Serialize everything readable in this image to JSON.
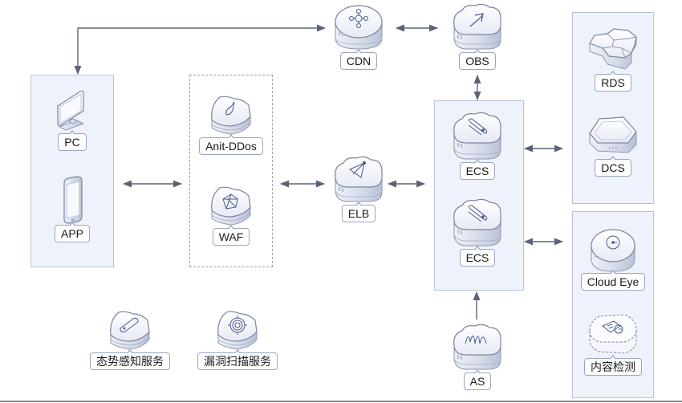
{
  "diagram": {
    "title": "",
    "colors": {
      "group_fill": "#eef2fa",
      "group_border": "#b7c1d9",
      "dashed_border": "#9aa0ab",
      "connector": "#5c6378",
      "label_border": "#9aa6c2",
      "icon_glyph": "#4b5a8c"
    },
    "groups": [
      {
        "id": "clients",
        "style": "solid",
        "members": [
          "pc",
          "app"
        ]
      },
      {
        "id": "security-edge",
        "style": "dashed",
        "members": [
          "anti-ddos",
          "waf"
        ]
      },
      {
        "id": "compute",
        "style": "solid",
        "members": [
          "ecs-1",
          "ecs-2"
        ]
      },
      {
        "id": "data",
        "style": "solid",
        "members": [
          "rds",
          "dcs"
        ]
      },
      {
        "id": "monitoring",
        "style": "solid",
        "members": [
          "cloud-eye",
          "content-check"
        ]
      }
    ],
    "nodes": {
      "pc": {
        "label": "PC",
        "icon": "monitor-icon"
      },
      "app": {
        "label": "APP",
        "icon": "smartphone-icon"
      },
      "anti_ddos": {
        "label": "Anit-DDos",
        "icon": "anti-ddos-shield-icon"
      },
      "waf": {
        "label": "WAF",
        "icon": "waf-shield-icon"
      },
      "cdn": {
        "label": "CDN",
        "icon": "cdn-network-icon"
      },
      "obs": {
        "label": "OBS",
        "icon": "obs-upload-arrow-icon"
      },
      "elb": {
        "label": "ELB",
        "icon": "elb-balancer-icon"
      },
      "ecs_1": {
        "label": "ECS",
        "icon": "ecs-server-icon"
      },
      "ecs_2": {
        "label": "ECS",
        "icon": "ecs-server-icon"
      },
      "rds": {
        "label": "RDS",
        "icon": "rds-database-icon"
      },
      "dcs": {
        "label": "DCS",
        "icon": "dcs-cache-icon"
      },
      "cloud_eye": {
        "label": "Cloud Eye",
        "icon": "cloud-eye-monitor-icon"
      },
      "content_check": {
        "label": "内容检测",
        "icon": "content-check-icon"
      },
      "as": {
        "label": "AS",
        "icon": "auto-scaling-icon"
      },
      "situation_awareness": {
        "label": "态势感知服务",
        "icon": "situation-awareness-shield-icon"
      },
      "vuln_scan": {
        "label": "漏洞扫描服务",
        "icon": "vulnerability-scan-shield-icon"
      }
    },
    "edges": [
      {
        "from": "cdn",
        "to": "clients",
        "direction": "bidirectional",
        "route": "elbow"
      },
      {
        "from": "cdn",
        "to": "obs",
        "direction": "bidirectional"
      },
      {
        "from": "obs",
        "to": "compute",
        "direction": "bidirectional"
      },
      {
        "from": "clients",
        "to": "security-edge",
        "direction": "bidirectional"
      },
      {
        "from": "security-edge",
        "to": "elb",
        "direction": "bidirectional"
      },
      {
        "from": "elb",
        "to": "compute",
        "direction": "bidirectional"
      },
      {
        "from": "compute",
        "to": "data",
        "direction": "bidirectional"
      },
      {
        "from": "compute",
        "to": "monitoring",
        "direction": "bidirectional"
      },
      {
        "from": "as",
        "to": "compute",
        "direction": "forward"
      }
    ]
  }
}
